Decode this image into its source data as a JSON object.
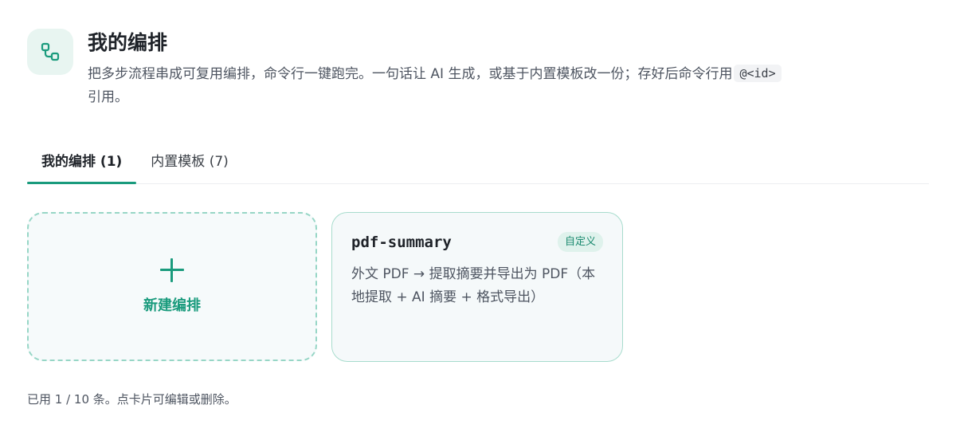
{
  "header": {
    "title": "我的编排",
    "description_main": "把多步流程串成可复用编排，命令行一键跑完。一句话让 AI 生成，或基于内置模板改一份；存好后命令行用",
    "description_code": "@<id>",
    "description_tail": "引用。",
    "icon": "workflow-icon"
  },
  "tabs": [
    {
      "label": "我的编排 (1)",
      "active": true
    },
    {
      "label": "内置模板 (7)",
      "active": false
    }
  ],
  "new_card": {
    "label": "新建编排",
    "icon": "plus-icon"
  },
  "orchestrations": [
    {
      "name": "pdf-summary",
      "badge": "自定义",
      "description": "外文 PDF → 提取摘要并导出为 PDF（本地提取 + AI 摘要 + 格式导出）"
    }
  ],
  "footer": {
    "note": "已用 1 / 10 条。点卡片可编辑或删除。"
  },
  "colors": {
    "accent": "#1a9b7d",
    "badge_bg": "#dff2ec",
    "card_border": "#a7dccd",
    "dashed_border": "#97d6c6"
  }
}
